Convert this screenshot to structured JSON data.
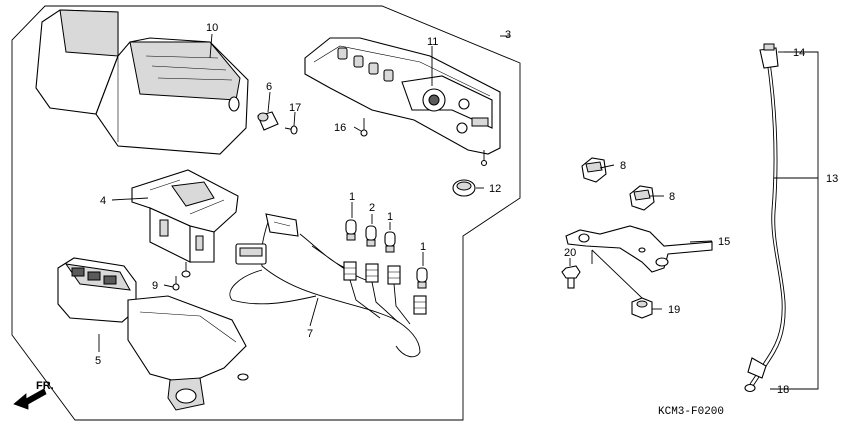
{
  "diagram": {
    "callouts": {
      "c1a": "1",
      "c1b": "1",
      "c1c": "1",
      "c2": "2",
      "c3": "3",
      "c4": "4",
      "c5": "5",
      "c7": "7",
      "c8a": "8",
      "c8b": "8",
      "c9": "9",
      "c10": "10",
      "c11": "11",
      "c12": "12",
      "c13": "13",
      "c14": "14",
      "c15": "15",
      "c16": "16",
      "c17": "17",
      "c18": "18",
      "c19": "19",
      "c20": "20"
    },
    "direction_label": "FR.",
    "figure_code": "KCM3-F0200"
  }
}
